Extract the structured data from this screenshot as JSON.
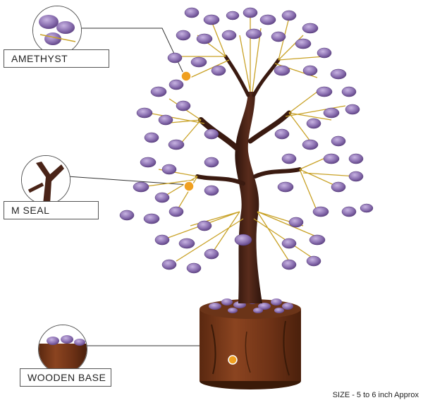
{
  "callouts": {
    "amethyst": "AMETHYST",
    "seal": "M SEAL",
    "base": "WOODEN BASE"
  },
  "size_note": "SIZE -  5 to 6 inch Approx",
  "colors": {
    "stone": "#8a6fb0",
    "stone_dark": "#5b3f80",
    "trunk": "#4a2418",
    "wire": "#c9a227",
    "base_wood": "#7a3a1c",
    "marker": "#f0a020"
  }
}
